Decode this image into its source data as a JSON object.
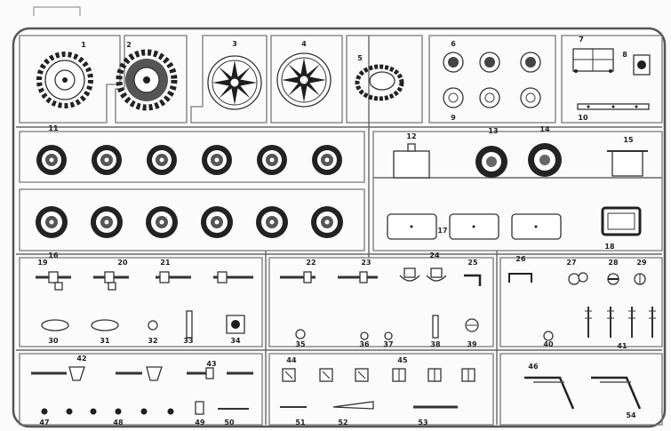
{
  "labels": {
    "p1": "1",
    "p2": "2",
    "p3": "3",
    "p4": "4",
    "p5": "5",
    "p6": "6",
    "p7": "7",
    "p8": "8",
    "p9": "9",
    "p10": "10",
    "p11": "11",
    "p12": "12",
    "p13": "13",
    "p14": "14",
    "p15": "15",
    "p16": "16",
    "p17": "17",
    "p18": "18",
    "p19": "19",
    "p20": "20",
    "p21": "21",
    "p22": "22",
    "p23": "23",
    "p24": "24",
    "p25": "25",
    "p26": "26",
    "p27": "27",
    "p28": "28",
    "p29": "29",
    "p30": "30",
    "p31": "31",
    "p32": "32",
    "p33": "33",
    "p34": "34",
    "p35": "35",
    "p36": "36",
    "p37": "37",
    "p38": "38",
    "p39": "39",
    "p40": "40",
    "p41": "41",
    "p42": "42",
    "p43": "43",
    "p44": "44",
    "p45": "45",
    "p46": "46",
    "p47": "47",
    "p48": "48",
    "p49": "49",
    "p50": "50",
    "p51": "51",
    "p52": "52",
    "p53": "53",
    "p54": "54"
  }
}
